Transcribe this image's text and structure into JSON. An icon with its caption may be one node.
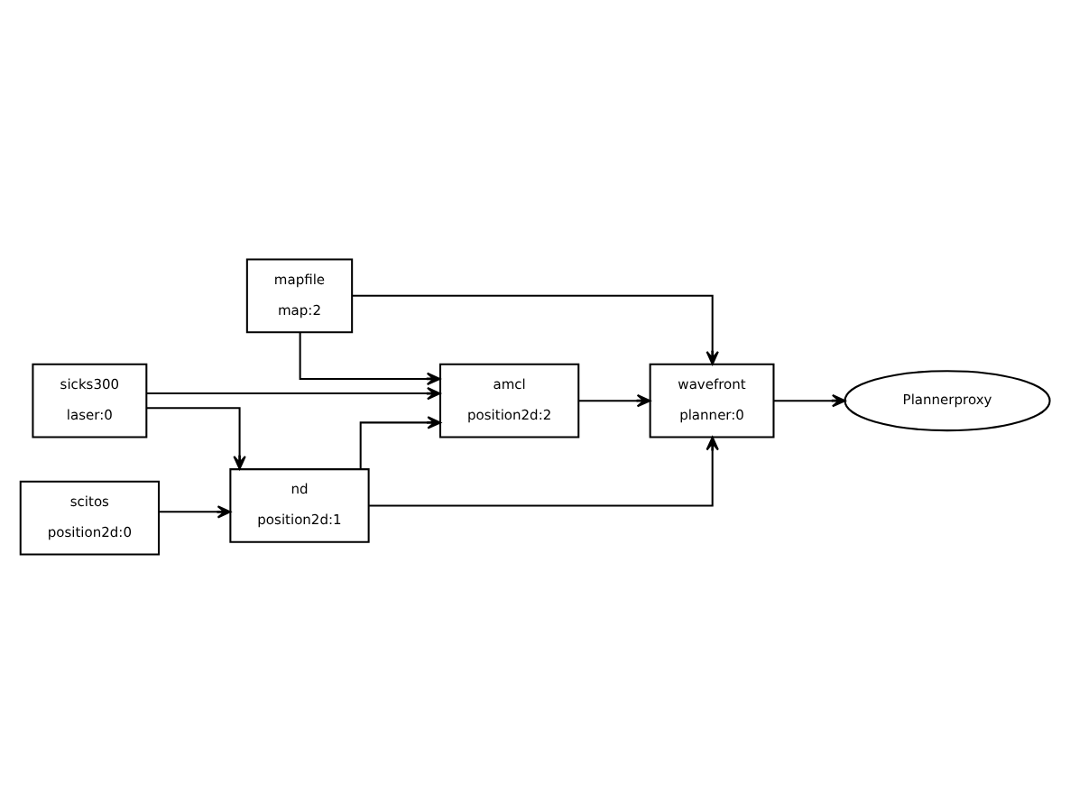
{
  "diagram": {
    "nodes": [
      {
        "text": [
          "mapfile",
          "map:2"
        ]
      },
      {
        "text": [
          "amcl",
          "position2d:2"
        ]
      },
      {
        "text": [
          "wavefront",
          "planner:0"
        ]
      },
      {
        "text": [
          "sicks300",
          "laser:0"
        ]
      },
      {
        "text": [
          "Plannerproxy"
        ]
      },
      {
        "text": [
          "scitos",
          "position2d:0"
        ]
      },
      {
        "text": [
          "nd",
          "position2d:1"
        ]
      }
    ],
    "edges": [
      {
        "from": 0,
        "to": 1,
        "arrow": "to"
      },
      {
        "from": 0,
        "to": 2,
        "arrow": "to"
      },
      {
        "from": 1,
        "to": 2,
        "arrow": "to"
      },
      {
        "from": 3,
        "to": 1,
        "arrow": "to"
      },
      {
        "from": 3,
        "to": 6,
        "arrow": "to"
      },
      {
        "from": 5,
        "to": 6,
        "arrow": "to"
      },
      {
        "from": 6,
        "to": 1,
        "arrow": "to"
      },
      {
        "from": 6,
        "to": 2,
        "arrow": "to"
      },
      {
        "from": 2,
        "to": 4,
        "arrow": "to"
      }
    ]
  }
}
